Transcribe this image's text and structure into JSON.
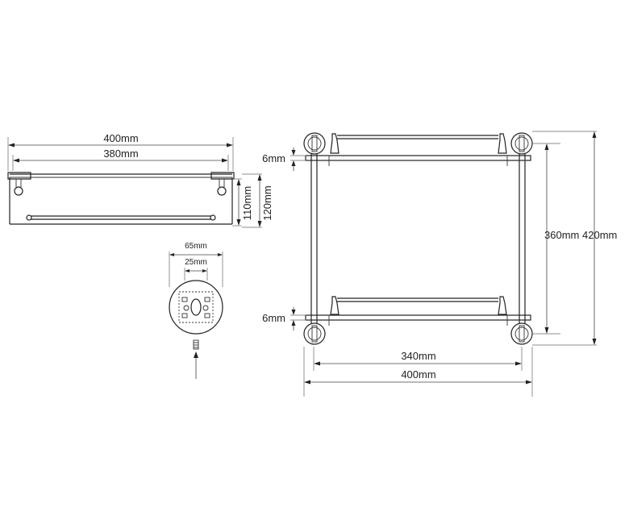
{
  "front_view": {
    "overall_width": "400mm",
    "glass_width": "380mm",
    "height_outer": "120mm",
    "height_inner": "110mm"
  },
  "mount_detail": {
    "plate_diameter": "65mm",
    "hole_spacing": "25mm"
  },
  "side_view": {
    "top_glass_thickness": "6mm",
    "bottom_glass_thickness": "6mm",
    "inner_height": "360mm",
    "outer_height": "420mm",
    "inner_width": "340mm",
    "outer_width": "400mm"
  }
}
